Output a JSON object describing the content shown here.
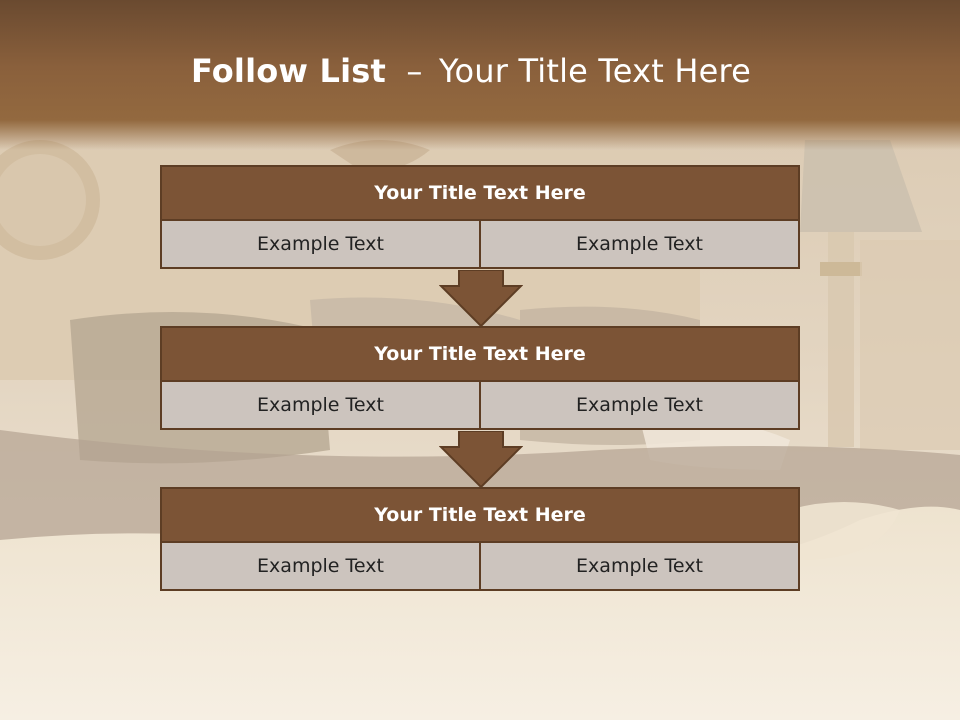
{
  "slide": {
    "title_bold": "Follow List",
    "title_dash": "–",
    "title_rest": "Your Title Text Here"
  },
  "steps": [
    {
      "title": "Your Title Text Here",
      "cells": [
        "Example Text",
        "Example Text"
      ]
    },
    {
      "title": "Your Title Text Here",
      "cells": [
        "Example Text",
        "Example Text"
      ]
    },
    {
      "title": "Your Title Text Here",
      "cells": [
        "Example Text",
        "Example Text"
      ]
    }
  ],
  "colors": {
    "header_band": "#8a603c",
    "block_title_fill": "#7c5436",
    "block_border": "#5d3d24",
    "cell_fill": "#ccc4be",
    "arrow_fill": "#7c5436"
  }
}
